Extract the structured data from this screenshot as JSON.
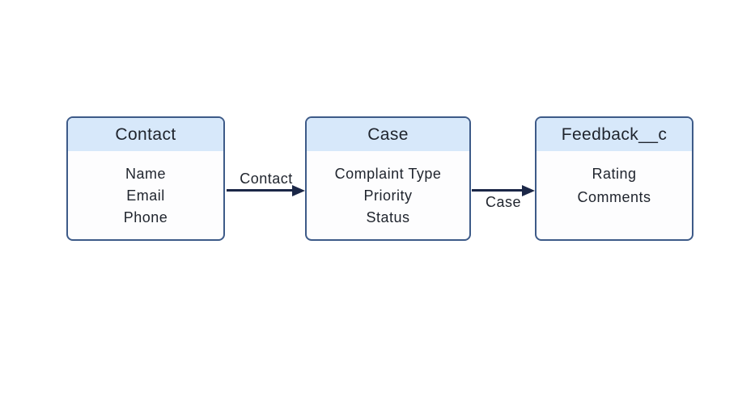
{
  "diagram": {
    "entities": [
      {
        "title": "Contact",
        "fields": [
          "Name",
          "Email",
          "Phone"
        ]
      },
      {
        "title": "Case",
        "fields": [
          "Complaint Type",
          "Priority",
          "Status"
        ]
      },
      {
        "title": "Feedback__c",
        "fields": [
          "Rating",
          "Comments"
        ]
      }
    ],
    "relationships": [
      {
        "label": "Contact",
        "from": "Contact",
        "to": "Case"
      },
      {
        "label": "Case",
        "from": "Case",
        "to": "Feedback__c"
      }
    ],
    "colors": {
      "canvas_bg": "#ffffff",
      "entity_border": "#3d5a88",
      "entity_header_fill": "#d7e8fa",
      "entity_body_fill": "#fdfdfe",
      "arrow_color": "#1b2747",
      "text_color": "#20252e"
    }
  }
}
